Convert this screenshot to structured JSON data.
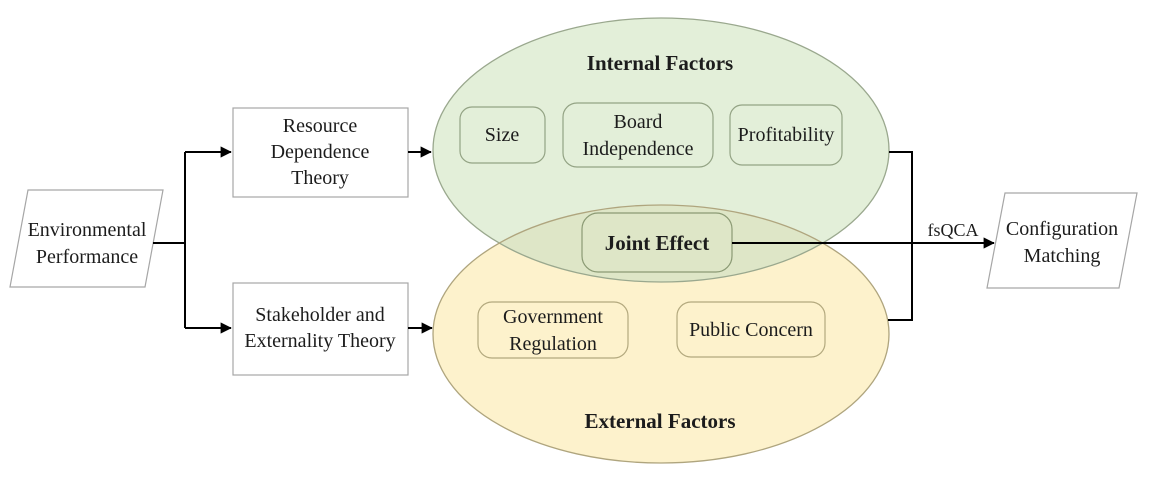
{
  "nodes": {
    "environmental_performance": {
      "lines": [
        "Environmental",
        "Performance"
      ]
    },
    "resource_dependence_theory": {
      "lines": [
        "Resource",
        "Dependence",
        "Theory"
      ]
    },
    "stakeholder_externality_theory": {
      "lines": [
        "Stakeholder and",
        "Externality Theory"
      ]
    },
    "size": {
      "label": "Size"
    },
    "board_independence": {
      "lines": [
        "Board",
        "Independence"
      ]
    },
    "profitability": {
      "label": "Profitability"
    },
    "joint_effect": {
      "label": "Joint Effect"
    },
    "government_regulation": {
      "lines": [
        "Government",
        "Regulation"
      ]
    },
    "public_concern": {
      "label": "Public Concern"
    },
    "configuration_matching": {
      "lines": [
        "Configuration",
        "Matching"
      ]
    }
  },
  "groups": {
    "internal_factors": {
      "label": "Internal Factors"
    },
    "external_factors": {
      "label": "External Factors"
    }
  },
  "edges": {
    "fsqca_label": "fsQCA"
  },
  "colors": {
    "internal_fill": "#e3efd9",
    "external_fill": "#fdf2cc",
    "overlap_fill": "#dee6c7",
    "connector": "#000000"
  }
}
